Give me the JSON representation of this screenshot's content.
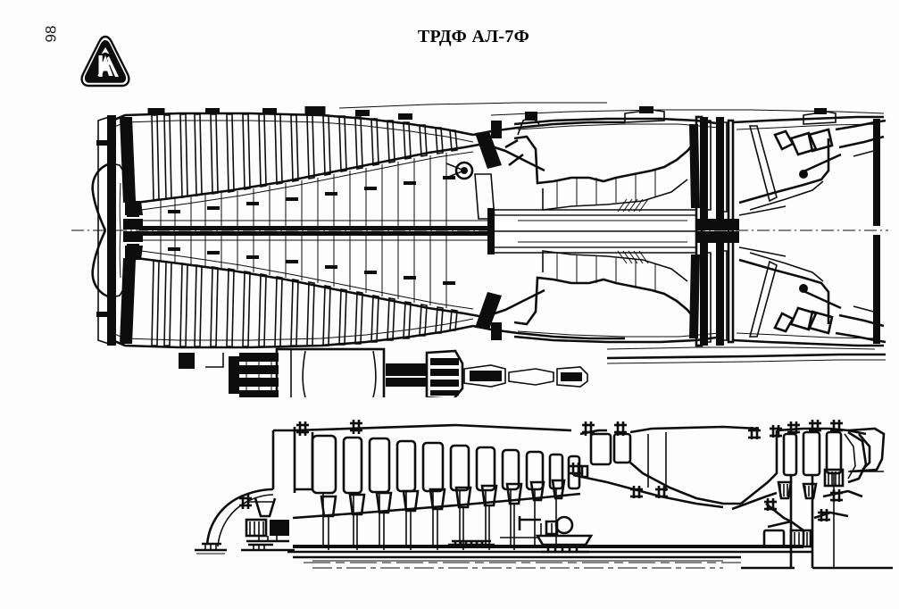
{
  "document": {
    "page_number": "98",
    "title": "ТРДФ АЛ-7Ф",
    "title_translation_note": "Turbojet with afterburner AL-7F",
    "logo_name": "lyulka-saturn-emblem",
    "logo_letter": "A",
    "background_color": "#fdfdfd",
    "ink_color": "#0d0d0d"
  },
  "figures": [
    {
      "id": "engine-section",
      "name": "engine-cross-section",
      "caption": "",
      "description": "Longitudinal cross-section assembly drawing of the AL-7F axial-flow turbojet engine with afterburner",
      "orientation": "inlet at left, exhaust nozzle at right"
    },
    {
      "id": "engine-schematic",
      "name": "engine-flowpath-schematic",
      "caption": "",
      "description": "Simplified flow-path schematic showing compressor rotor and stator stages, combustor, turbine and bearings",
      "orientation": "inlet at left, exhaust at right"
    }
  ],
  "chart_data": {
    "type": "diagram",
    "title": "ТРДФ АЛ-7Ф",
    "engine_layout": {
      "compressor_rotor_stages": 9,
      "compressor_stator_stages": 9,
      "turbine_stages": 2,
      "bearing_supports": 4,
      "has_afterburner": true,
      "has_variable_nozzle": true
    },
    "sections": [
      "inlet-cone",
      "axial-compressor",
      "combustion-chamber",
      "turbine",
      "afterburner-duct",
      "variable-exhaust-nozzle",
      "accessory-gearbox"
    ]
  }
}
